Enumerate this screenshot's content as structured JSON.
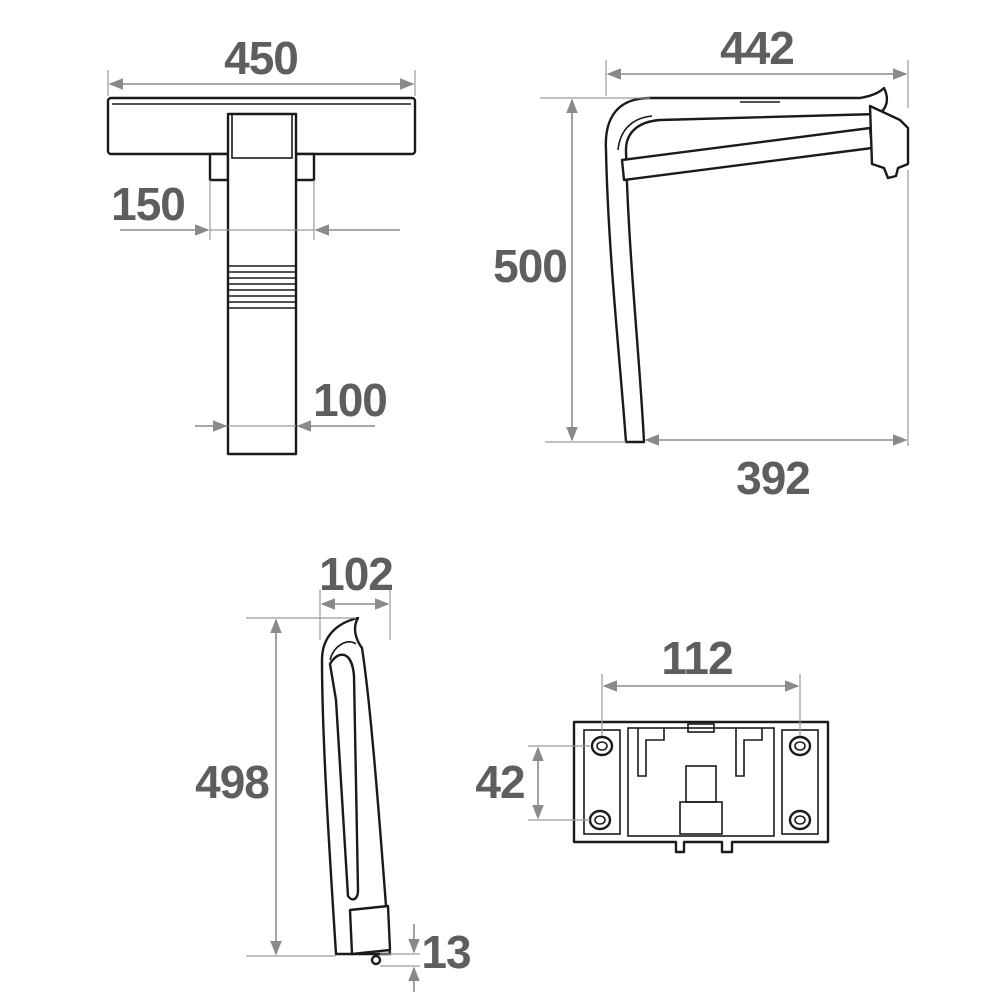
{
  "dimensions": {
    "top_view_width": "450",
    "top_view_bracket": "150",
    "top_view_arm": "100",
    "side_view_length": "442",
    "side_view_height": "500",
    "side_view_depth": "392",
    "folded_depth": "102",
    "folded_height": "498",
    "folded_offset": "13",
    "bracket_hole_spacing_h": "112",
    "bracket_hole_spacing_v": "42"
  },
  "colors": {
    "outline": "#1a1a1a",
    "dimension": "#8a8a8a",
    "dimension_text": "#5e5e5e",
    "background": "#ffffff"
  }
}
